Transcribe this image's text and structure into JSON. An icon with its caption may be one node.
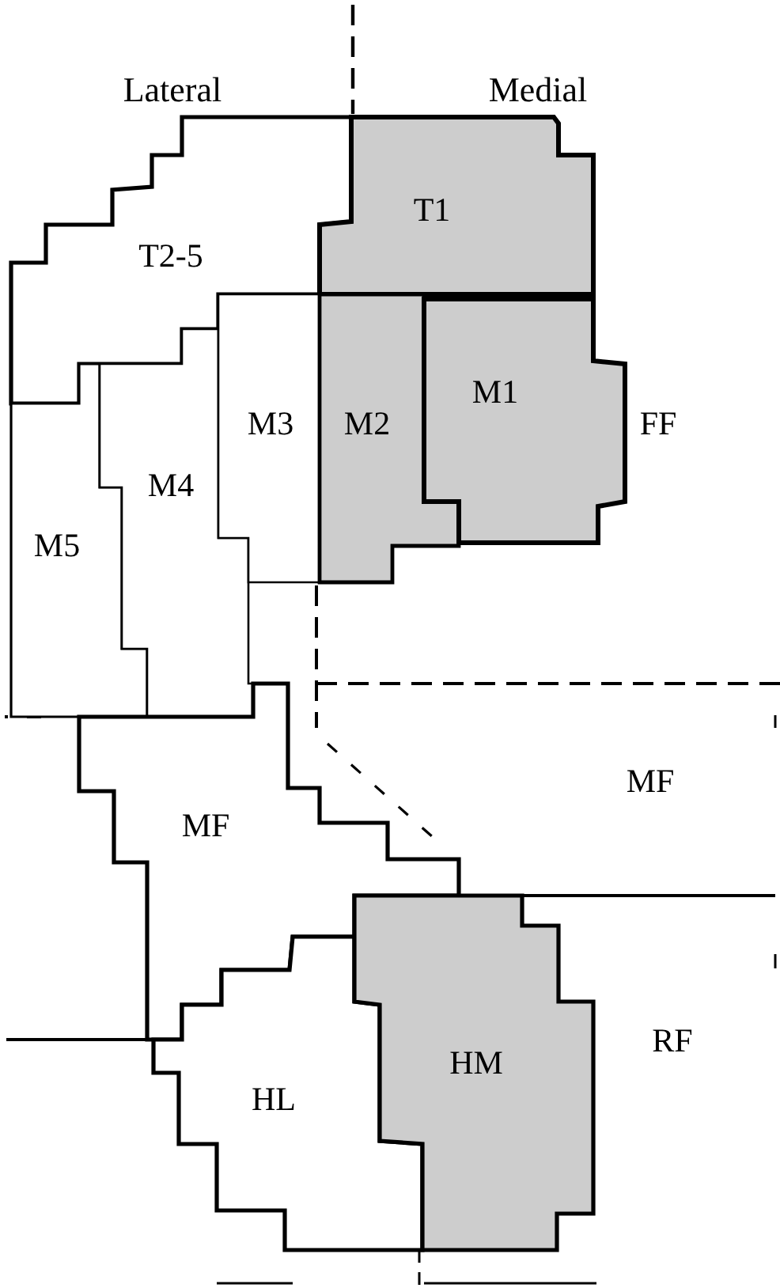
{
  "diagram": {
    "nodes": [
      {
        "text": [
          "T2-5"
        ]
      },
      {
        "text": [
          "T1"
        ]
      },
      {
        "text": [
          "M5"
        ]
      },
      {
        "text": [
          "M4"
        ]
      },
      {
        "text": [
          "M3"
        ]
      },
      {
        "text": [
          "M2"
        ]
      },
      {
        "text": [
          "M1"
        ]
      },
      {
        "text": [
          "MF"
        ]
      },
      {
        "text": [
          "HL"
        ]
      },
      {
        "text": [
          "HM"
        ]
      }
    ],
    "labels": [
      "Lateral",
      "Medial",
      "FF",
      "MF",
      "RF"
    ]
  }
}
